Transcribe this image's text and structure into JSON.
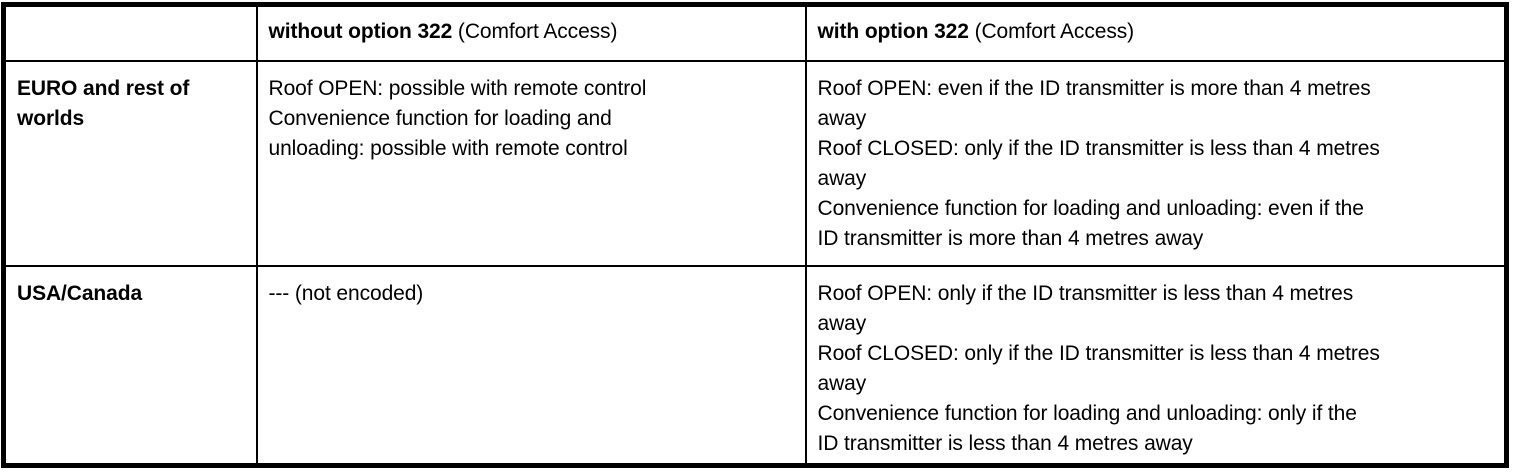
{
  "colors": {
    "border": "#000000",
    "background": "#ffffff",
    "text": "#000000"
  },
  "table": {
    "header": {
      "region": "",
      "without_bold": "without option 322",
      "without_rest": " (Comfort Access)",
      "with_bold": "with option 322",
      "with_rest": " (Comfort Access)"
    },
    "rows": [
      {
        "region": "EURO and rest of\nworlds",
        "without_option": "Roof OPEN: possible with remote control\nConvenience function for loading and\nunloading: possible with remote control",
        "with_option": "Roof OPEN: even if the ID transmitter is more than 4 metres\naway\nRoof CLOSED: only if the ID transmitter is less than 4 metres\naway\nConvenience function for loading and unloading: even if the\nID transmitter is more than 4 metres away"
      },
      {
        "region": "USA/Canada",
        "without_option": "--- (not encoded)",
        "with_option": "Roof OPEN: only if the ID transmitter is less than 4 metres\naway\nRoof CLOSED: only if the ID transmitter is less than 4 metres\naway\nConvenience function for loading and unloading: only if the\nID transmitter is less than 4 metres away"
      }
    ]
  }
}
